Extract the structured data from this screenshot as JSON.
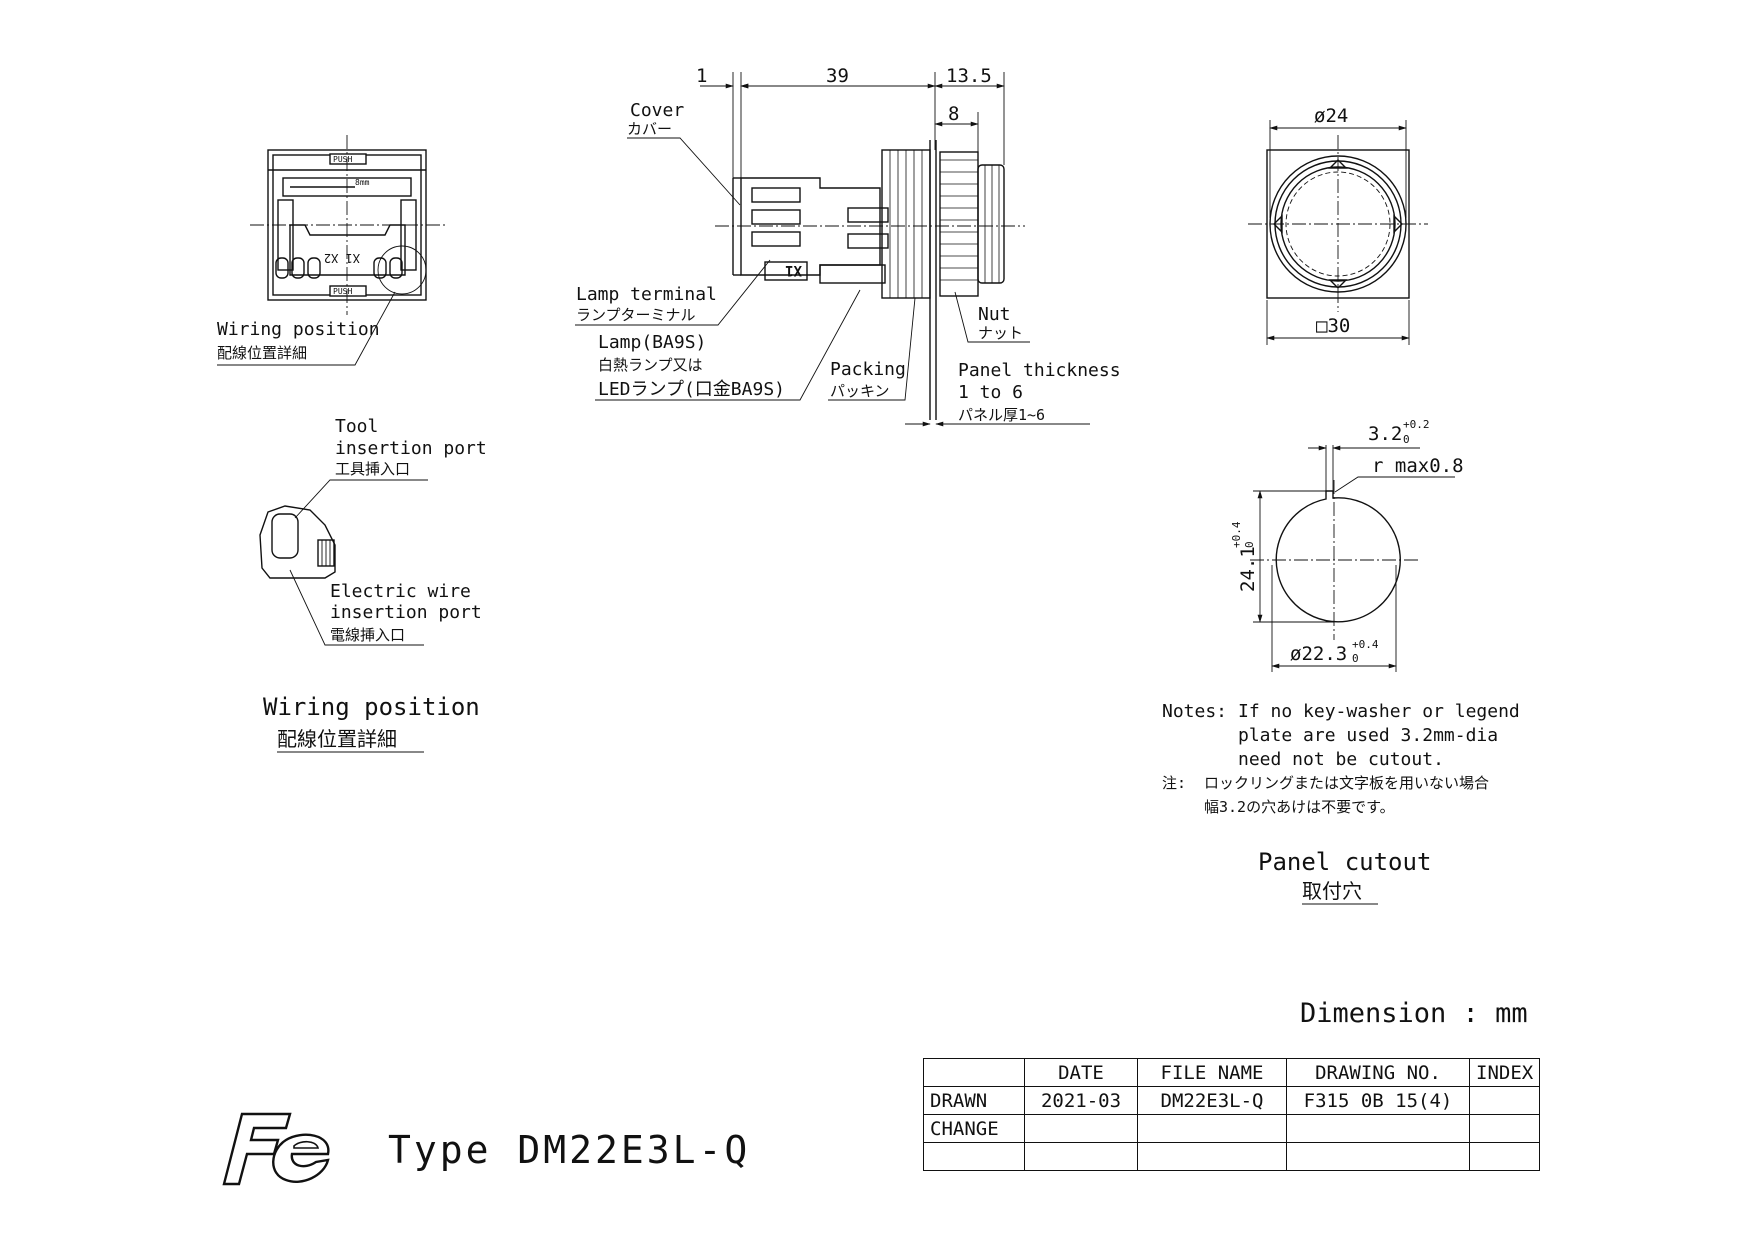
{
  "side_view": {
    "dim_top_1": "1",
    "dim_top_39": "39",
    "dim_top_13_5": "13.5",
    "dim_8": "8",
    "cover_en": "Cover",
    "cover_jp": "カバー",
    "lamp_terminal_en": "Lamp terminal",
    "lamp_terminal_jp": "ランプターミナル",
    "lamp_en": "Lamp(BA9S)",
    "lamp_jp_1": "白熱ランプ又は",
    "lamp_jp_2": "LEDランプ(口金BA9S)",
    "packing_en": "Packing",
    "packing_jp": "パッキン",
    "nut_en": "Nut",
    "nut_jp": "ナット",
    "panel_en_1": "Panel thickness",
    "panel_en_2": "1 to 6",
    "panel_jp": "パネル厚1~6",
    "terminal_mark": "X1"
  },
  "front_view": {
    "dia_24": "ø24",
    "sq_30": "□30"
  },
  "rear_view": {
    "detail_en": "Wiring position",
    "detail_jp": "配線位置詳細",
    "mark_x1x2": "X1 X2",
    "push_top": "PUSH",
    "push_bottom": "PUSH",
    "strip_mark": "8mm"
  },
  "wiring_detail": {
    "tool_en_1": "Tool",
    "tool_en_2": "insertion port",
    "tool_jp": "工具挿入口",
    "wire_en_1": "Electric wire",
    "wire_en_2": "insertion port",
    "wire_jp": "電線挿入口",
    "caption_en": "Wiring position",
    "caption_jp": "配線位置詳細"
  },
  "panel_cutout": {
    "key_width": "3.2",
    "key_width_tol_upper": "+0.2",
    "key_width_tol_lower": "0",
    "radius": "r max0.8",
    "height": "24.1",
    "height_tol_upper": "+0.4",
    "height_tol_lower": "0",
    "diameter": "ø22.3",
    "diameter_tol_upper": "+0.4",
    "diameter_tol_lower": "0",
    "caption_en": "Panel cutout",
    "caption_jp": "取付穴"
  },
  "notes": {
    "label": "Notes:",
    "line1": "If no key-washer or legend",
    "line2": "plate are used 3.2mm-dia",
    "line3": "need not be cutout.",
    "jp_label": "注:",
    "jp_line1": "ロックリングまたは文字板を用いない場合",
    "jp_line2": "幅3.2の穴あけは不要です。"
  },
  "dimension_unit": "Dimension : mm",
  "type_title": "Type DM22E3L-Q",
  "title_block": {
    "headers": [
      "",
      "DATE",
      "FILE NAME",
      "DRAWING NO.",
      "INDEX"
    ],
    "rows": [
      [
        "DRAWN",
        "2021-03",
        "DM22E3L-Q",
        "F315 0B 15(4)",
        ""
      ],
      [
        "CHANGE",
        "",
        "",
        "",
        ""
      ],
      [
        "",
        "",
        "",
        "",
        ""
      ]
    ]
  }
}
